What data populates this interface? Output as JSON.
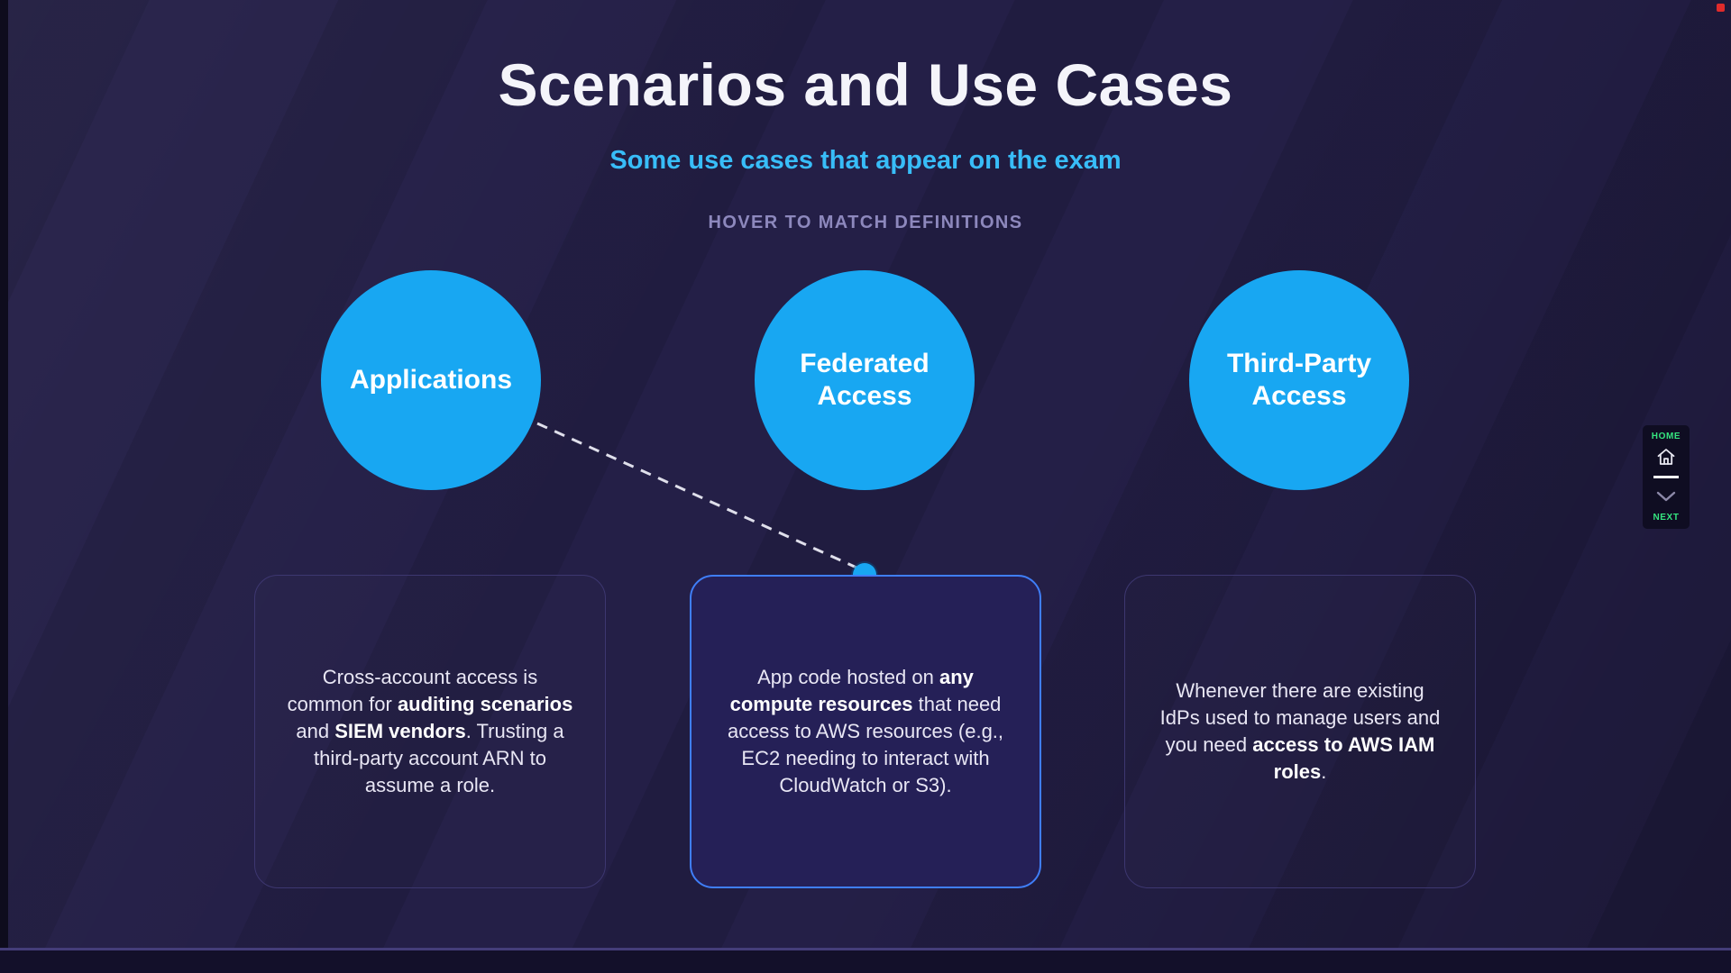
{
  "page": {
    "title": "Scenarios and Use Cases",
    "subtitle": "Some use cases that appear on the exam",
    "hint": "HOVER TO MATCH DEFINITIONS"
  },
  "circles": [
    {
      "id": "applications",
      "label": "Applications"
    },
    {
      "id": "federated-access",
      "label": "Federated Access"
    },
    {
      "id": "third-party-access",
      "label": "Third-Party Access"
    }
  ],
  "cards": [
    {
      "id": "cross-account-definition",
      "highlighted": false,
      "segments": [
        {
          "text": "Cross-account access is common for ",
          "bold": false
        },
        {
          "text": "auditing scenarios",
          "bold": true
        },
        {
          "text": " and ",
          "bold": false
        },
        {
          "text": "SIEM vendors",
          "bold": true
        },
        {
          "text": ". Trusting a third-party account ARN to assume a role.",
          "bold": false
        }
      ]
    },
    {
      "id": "app-code-definition",
      "highlighted": true,
      "segments": [
        {
          "text": "App code hosted on ",
          "bold": false
        },
        {
          "text": "any compute resources",
          "bold": true
        },
        {
          "text": " that need access to AWS resources (e.g., EC2 needing to interact with CloudWatch or S3).",
          "bold": false
        }
      ]
    },
    {
      "id": "idp-definition",
      "highlighted": false,
      "segments": [
        {
          "text": "Whenever there are existing IdPs used to manage users and you need ",
          "bold": false
        },
        {
          "text": "access to AWS IAM roles",
          "bold": true
        },
        {
          "text": ".",
          "bold": false
        }
      ]
    }
  ],
  "nav": {
    "home_label": "HOME",
    "next_label": "NEXT"
  },
  "colors": {
    "accent_blue": "#18a7f2",
    "subtitle_blue": "#38bdf8",
    "nav_green": "#35e57f",
    "highlight_border": "#3f7ef8"
  }
}
